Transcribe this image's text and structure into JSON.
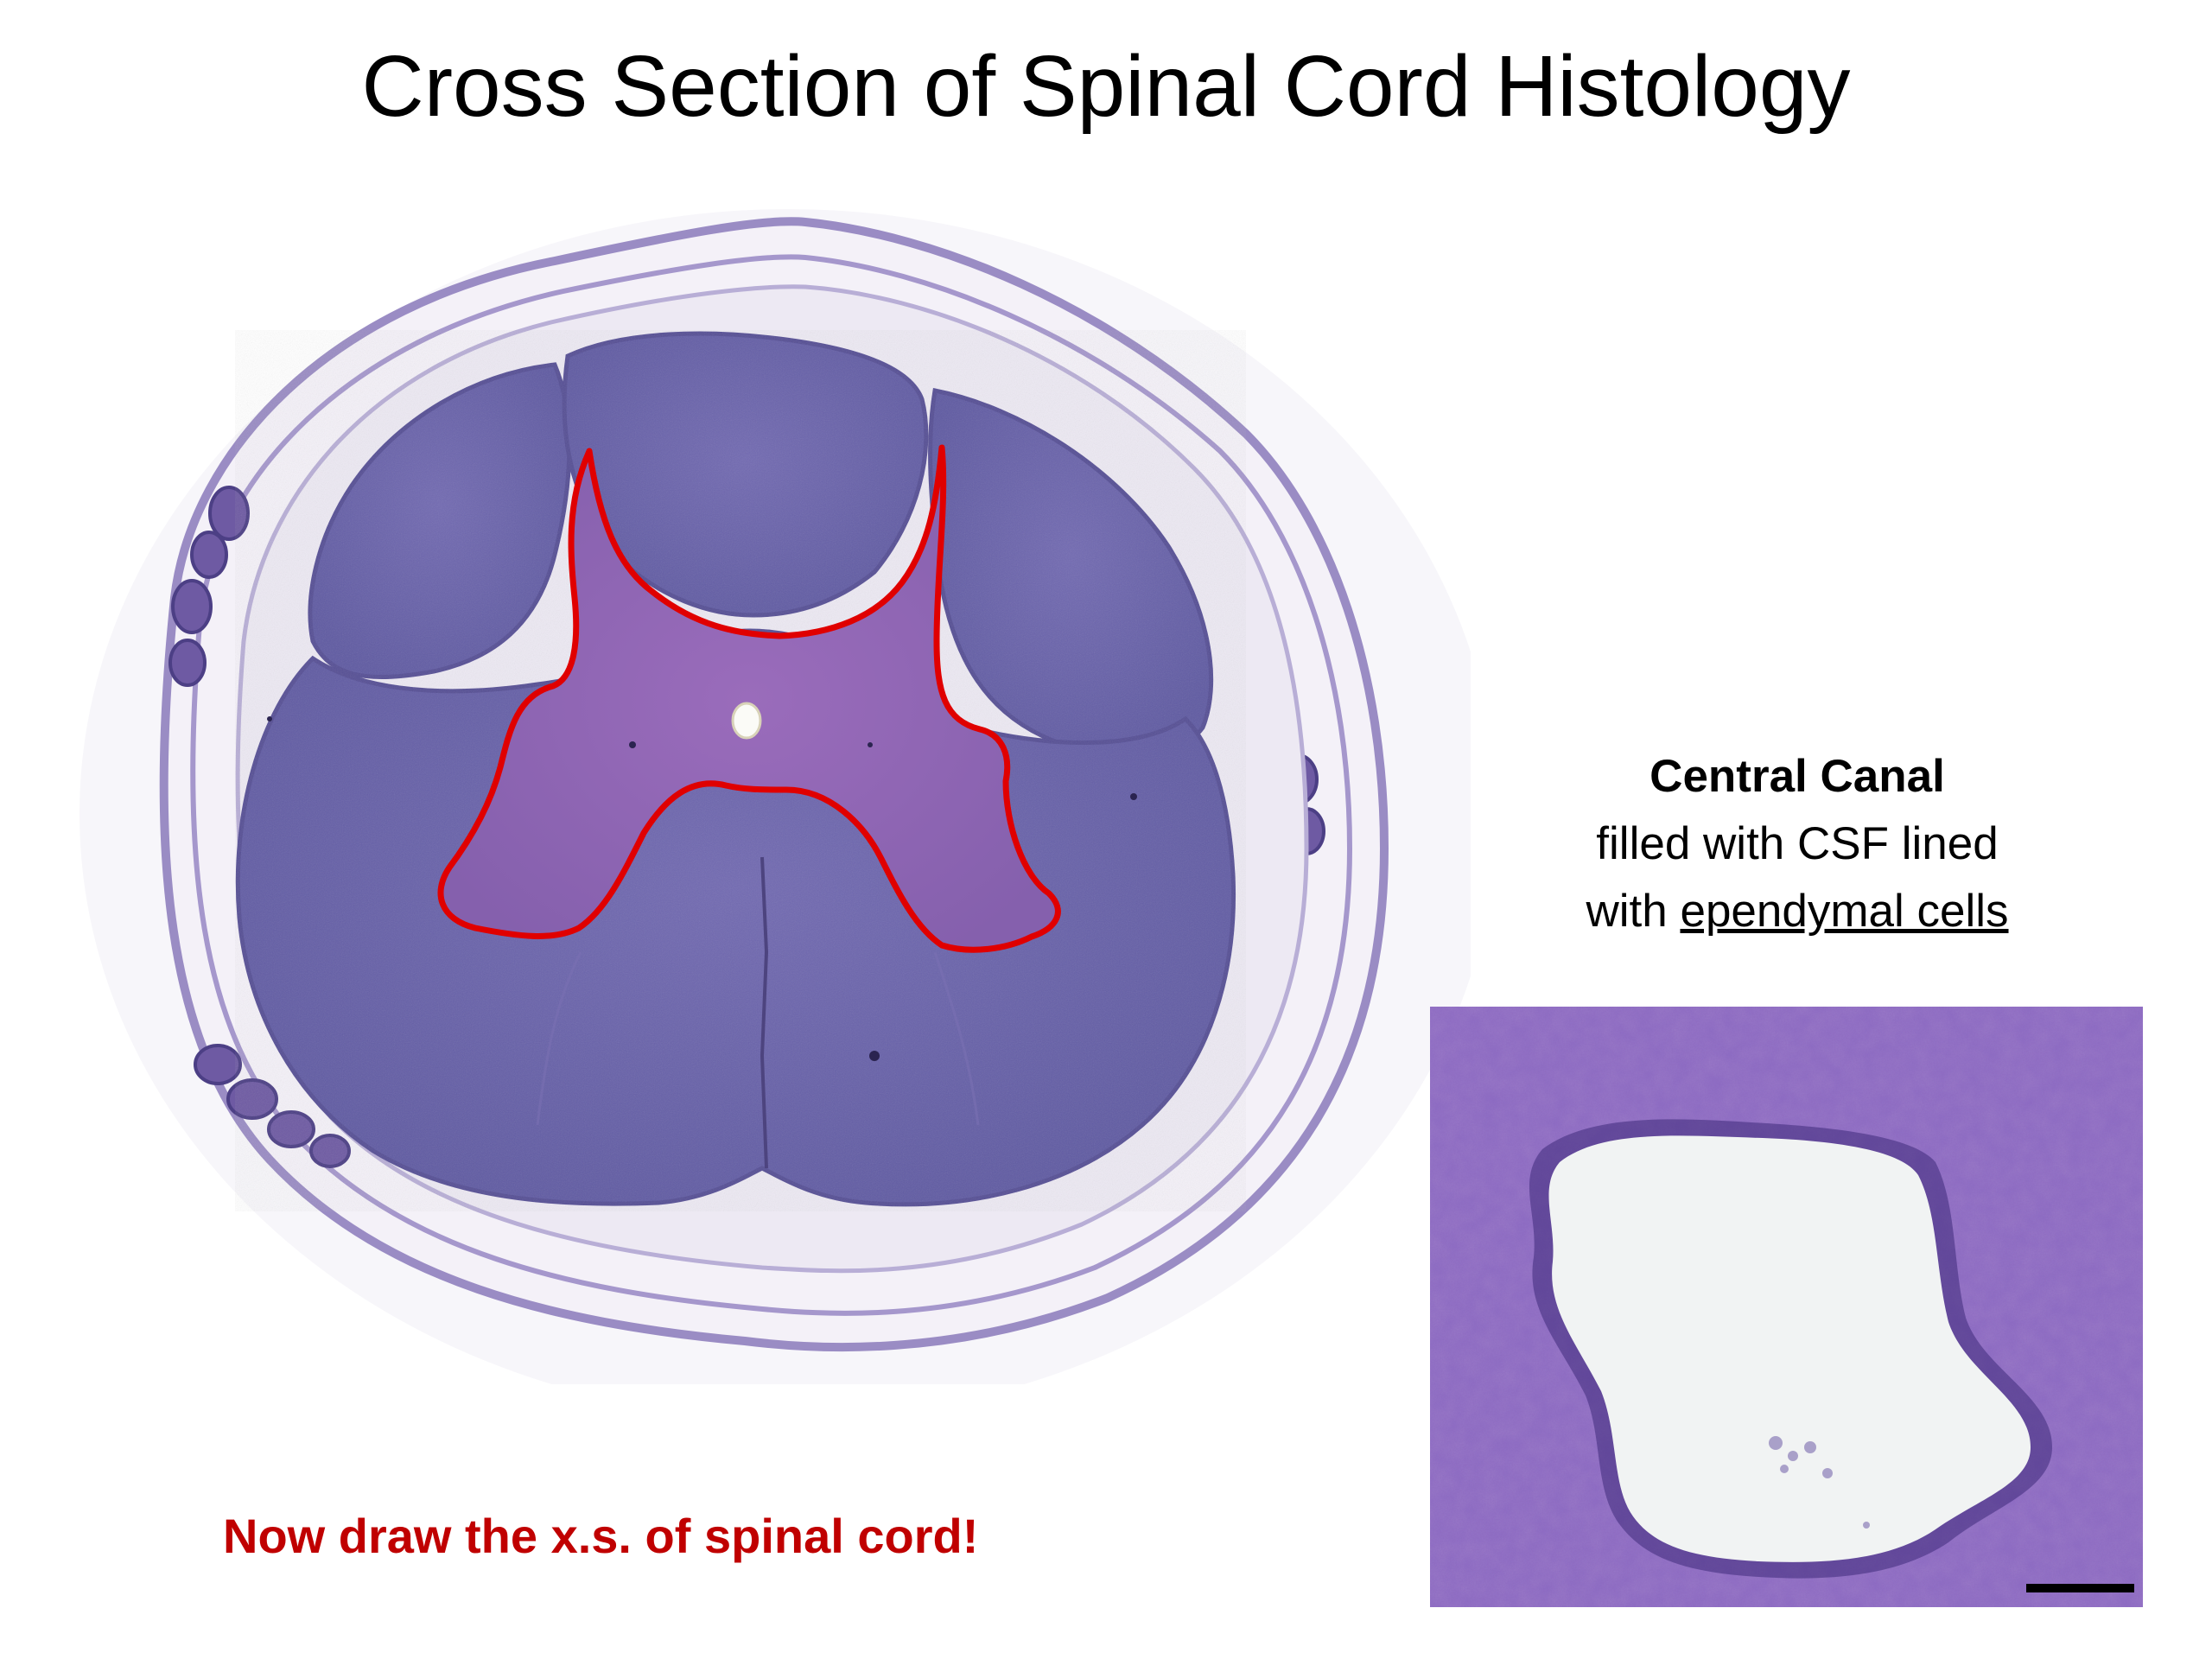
{
  "slide": {
    "title": "Cross Section of Spinal Cord Histology",
    "prompt": "Now draw the x.s. of spinal cord!"
  },
  "caption": {
    "title": "Central Canal",
    "line1": "filled with CSF lined",
    "line2_prefix": "with ",
    "line2_underlined": "ependymal cells"
  },
  "colors": {
    "white_matter": "#6b62aa",
    "gray_matter": "#8a63b0",
    "meninges": "#b9a9d6",
    "outline": "#e00000",
    "prompt": "#c00000",
    "inset_tissue": "#7a55b5",
    "canal_lumen": "#f1f3f3"
  },
  "icons": {
    "scale_bar": "scale-bar-icon"
  }
}
